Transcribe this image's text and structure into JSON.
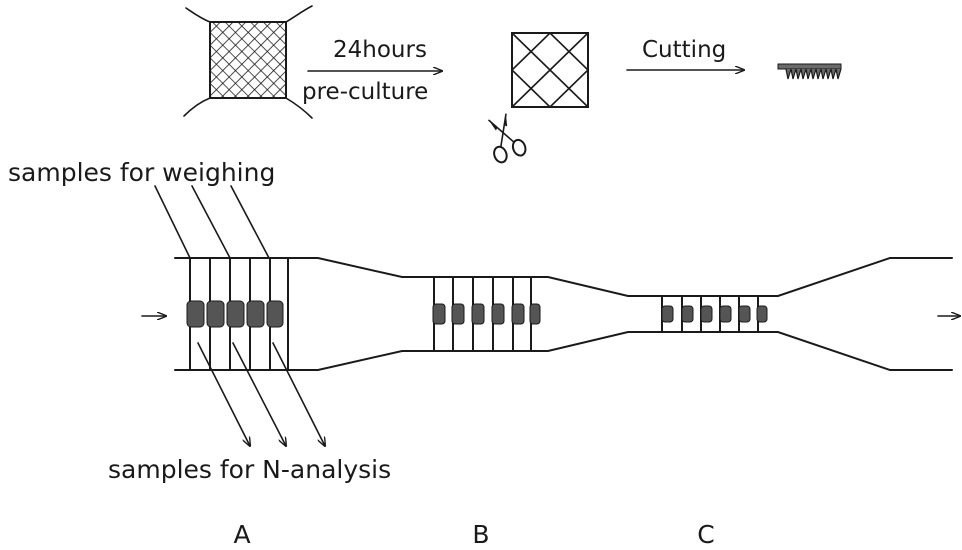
{
  "steps": {
    "preculture_line1": "24hours",
    "preculture_line2": "pre-culture",
    "cutting": "Cutting"
  },
  "labels": {
    "weighing": "samples for weighing",
    "n_analysis": "samples for N-analysis"
  },
  "sections": [
    "A",
    "B",
    "C"
  ]
}
